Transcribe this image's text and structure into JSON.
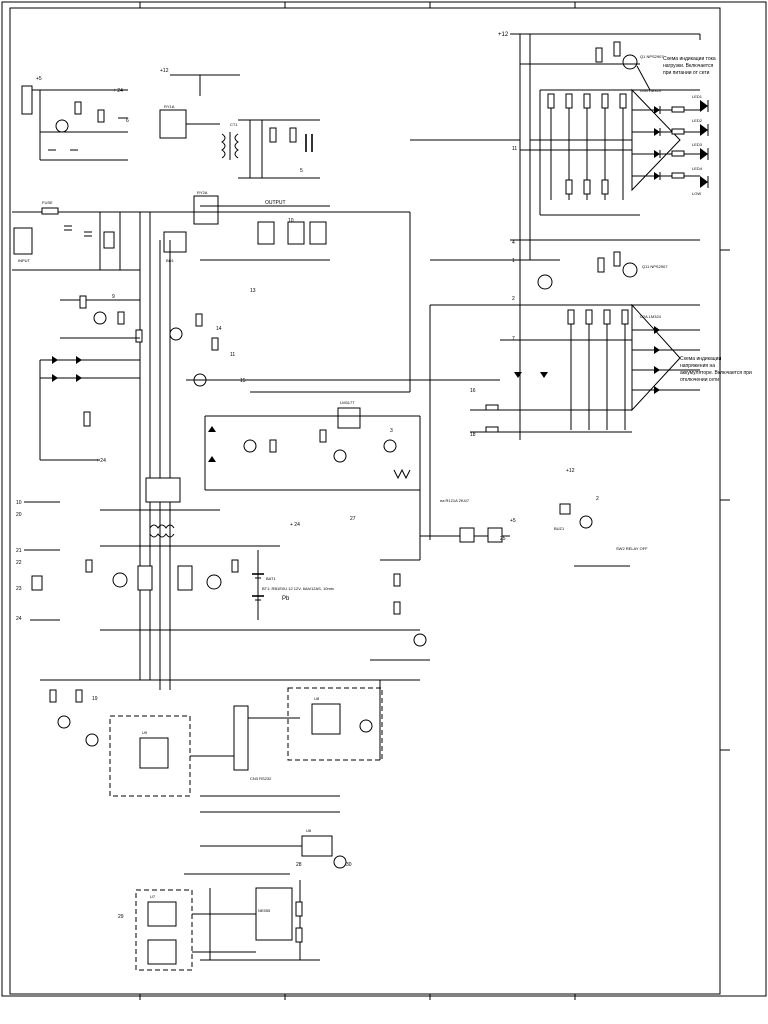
{
  "notes": {
    "load_indicator": [
      "Схема индикации тока",
      "нагрузки. Включается",
      "при питании от сети"
    ],
    "battery_indicator": [
      "Схема индикации",
      "напряжения на",
      "аккумуляторе. Включается при",
      "отключении сети"
    ],
    "bat_note": "BT1: RB1E0U 12 12V, 6Ah/12AS, 10min",
    "pb_label": "Pb",
    "output_label": "OUTPUT",
    "input_label": "INPUT",
    "r_note": "на R121A 2K4/7"
  },
  "rails": {
    "plus12": "+12",
    "plus5": "+5",
    "plus24": "+ 24"
  },
  "connector_pins": [
    "10",
    "20",
    "21",
    "22",
    "23",
    "24"
  ],
  "pin_labels": {
    "p1": "1",
    "p2": "2",
    "p3": "3",
    "p4": "4",
    "p5": "5",
    "p6": "6",
    "p7": "7",
    "p9": "9",
    "p10": "10",
    "p11": "11",
    "p13": "13",
    "p14": "14",
    "p15": "15",
    "p16": "16",
    "p18": "18",
    "p19": "19",
    "p25": "25",
    "p27": "27",
    "p28": "28",
    "p29": "29",
    "p30": "30"
  },
  "led_labels": [
    "LED1",
    "LED2",
    "LED3",
    "LED4",
    "LOW"
  ],
  "components": {
    "q_top": "Q1 NPS2907",
    "q_mid": "Q11 NPS2907",
    "u_top": "U1A LM324",
    "u_mid": "U2A LM324",
    "relay1": "RY1A",
    "relay2": "RY2A",
    "relay3": "RY3A",
    "transformer": "CT1",
    "bridge": "BD1",
    "u_opto1": "U9",
    "u_opto2": "U8",
    "u_opto3": "U6",
    "u_opto4": "U7",
    "u_timer": "NE555",
    "u_reg": "LM317T",
    "db9": "CN3 RS232",
    "buzzer": "BUZ1",
    "sw": "SW2 RELAY OFF",
    "fuse": "FUSE",
    "battery": "BAT1"
  }
}
